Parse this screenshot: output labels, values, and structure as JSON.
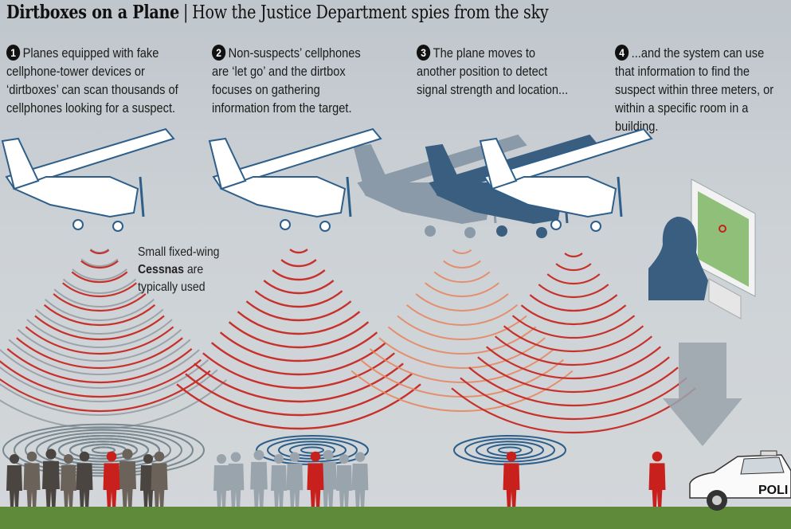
{
  "title": {
    "main": "Dirtboxes on a Plane",
    "separator": "|",
    "subtitle": "How the Justice Department spies from the sky"
  },
  "steps": [
    {
      "number": "1",
      "text": "Planes equipped with fake cellphone-tower devices or ‘dirtboxes’ can scan thousands of cellphones looking for a suspect."
    },
    {
      "number": "2",
      "text": "Non-suspects’ cellphones are ‘let go’ and the dirtbox focuses on gathering information from the target."
    },
    {
      "number": "3",
      "text": "The plane moves to another position to detect signal strength and location..."
    },
    {
      "number": "4",
      "text": "...and the system can use that information to find the suspect within three meters, or within a specific room in a building."
    }
  ],
  "note": {
    "line1": "Small fixed-wing",
    "bold": "Cessnas",
    "line2": " are",
    "line3": "typically used"
  },
  "police_car_label": "POLI",
  "colors": {
    "signal_red": "#c8302a",
    "signal_gray": "#8e979e",
    "signal_orange": "#e8825a",
    "ground": "#5e8a3a",
    "plane_outline": "#2d5f8a",
    "suspect": "#c8201c",
    "crowd": "#4a4540"
  }
}
